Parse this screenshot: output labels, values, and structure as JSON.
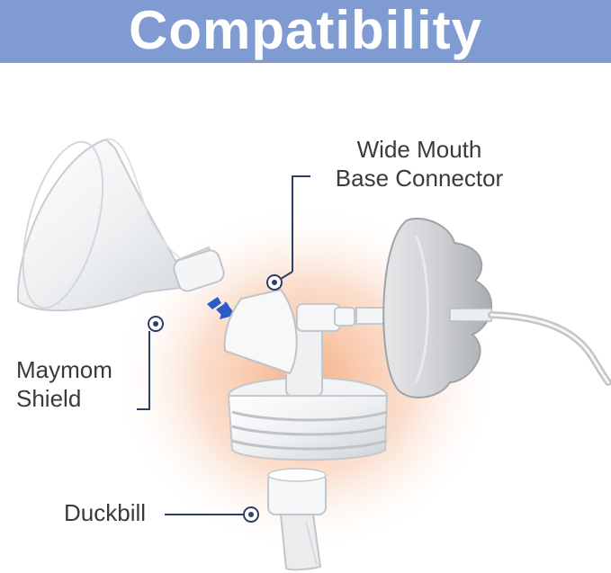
{
  "banner": {
    "title": "Compatibility",
    "color": "#7f9bd1"
  },
  "labels": {
    "connector_line1": "Wide Mouth",
    "connector_line2": "Base Connector",
    "shield_line1": "Maymom",
    "shield_line2": "Shield",
    "duckbill": "Duckbill"
  },
  "colors": {
    "leader_line": "#2c3f66",
    "glow": "#f5a070",
    "arrow": "#2a5bc8"
  }
}
